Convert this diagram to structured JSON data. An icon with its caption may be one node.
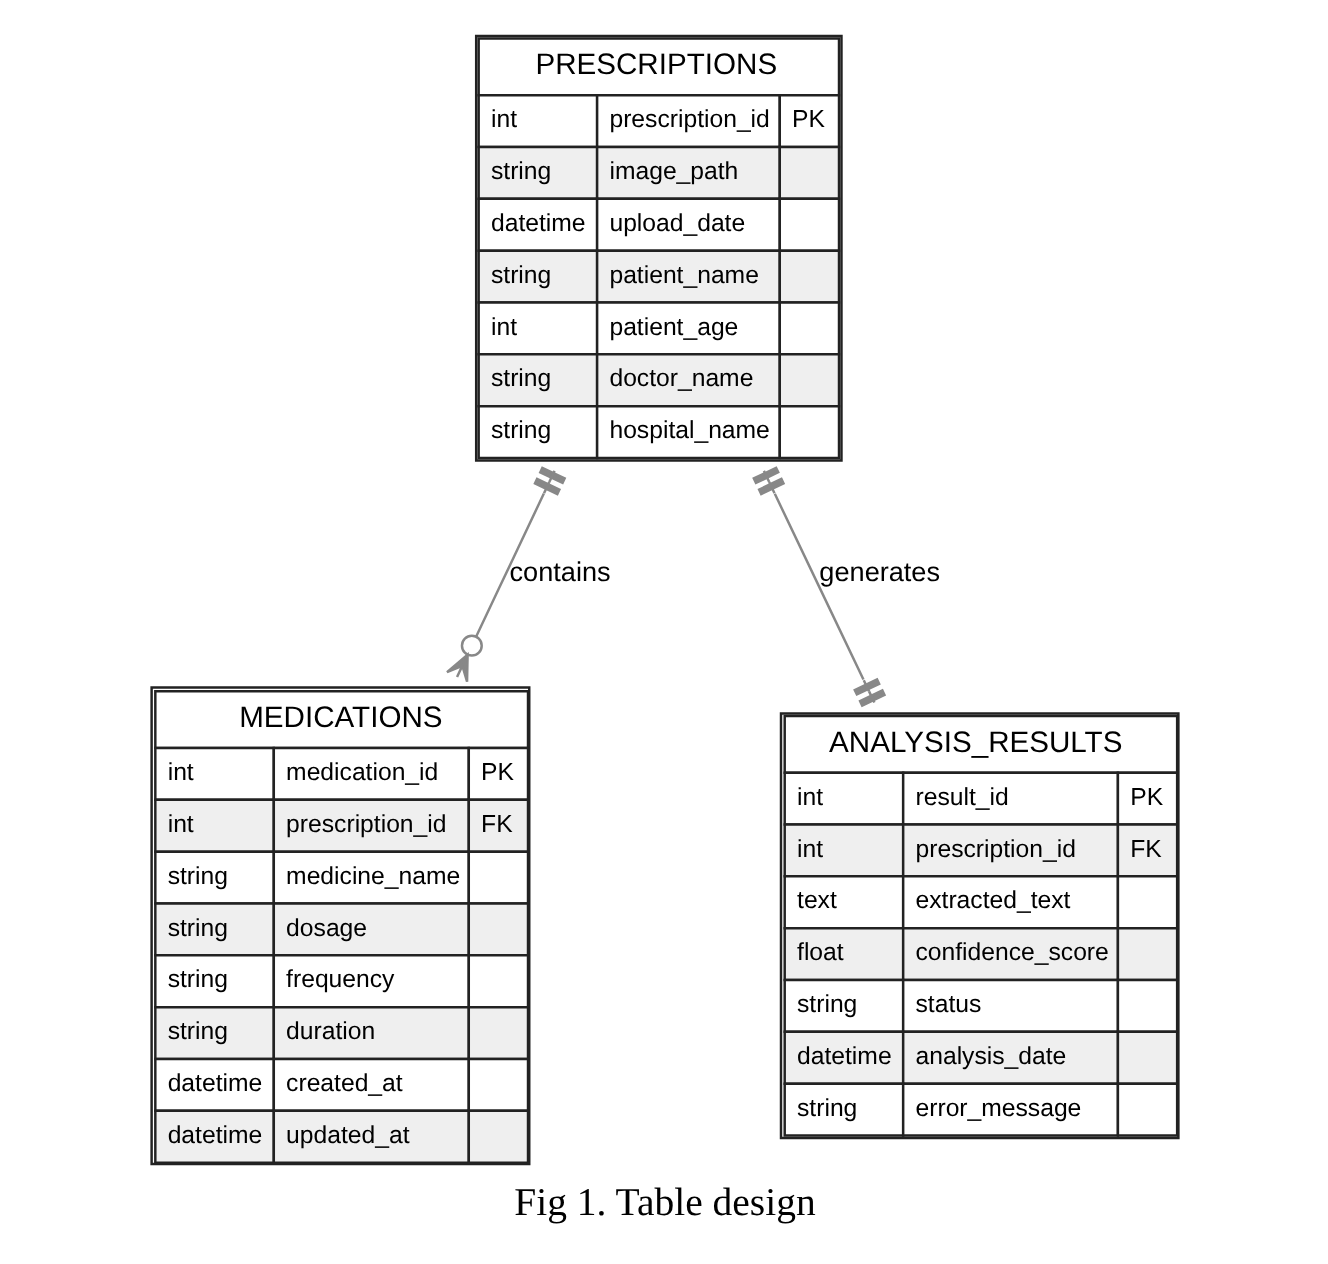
{
  "diagram": {
    "caption": "Fig 1. Table design",
    "nodes": [
      {
        "text": [
          "PRESCRIPTIONS",
          "int",
          "prescription_id",
          "PK",
          "string",
          "image_path",
          "datetime",
          "upload_date",
          "string",
          "patient_name",
          "int",
          "patient_age",
          "string",
          "doctor_name",
          "string",
          "hospital_name"
        ]
      },
      {
        "text": [
          "MEDICATIONS",
          "int",
          "medication_id",
          "PK",
          "int",
          "prescription_id",
          "FK",
          "string",
          "medicine_name",
          "string",
          "dosage",
          "string",
          "frequency",
          "string",
          "duration",
          "datetime",
          "created_at",
          "datetime",
          "updated_at"
        ]
      },
      {
        "text": [
          "ANALYSIS_RESULTS",
          "int",
          "result_id",
          "PK",
          "int",
          "prescription_id",
          "FK",
          "text",
          "extracted_text",
          "float",
          "confidence_score",
          "string",
          "status",
          "datetime",
          "analysis_date",
          "string",
          "error_message"
        ]
      }
    ],
    "edges": [
      {
        "from": 0,
        "to": 1,
        "arrow": "other",
        "label": "contains"
      },
      {
        "from": 0,
        "to": 2,
        "arrow": "other",
        "label": "generates"
      }
    ]
  }
}
